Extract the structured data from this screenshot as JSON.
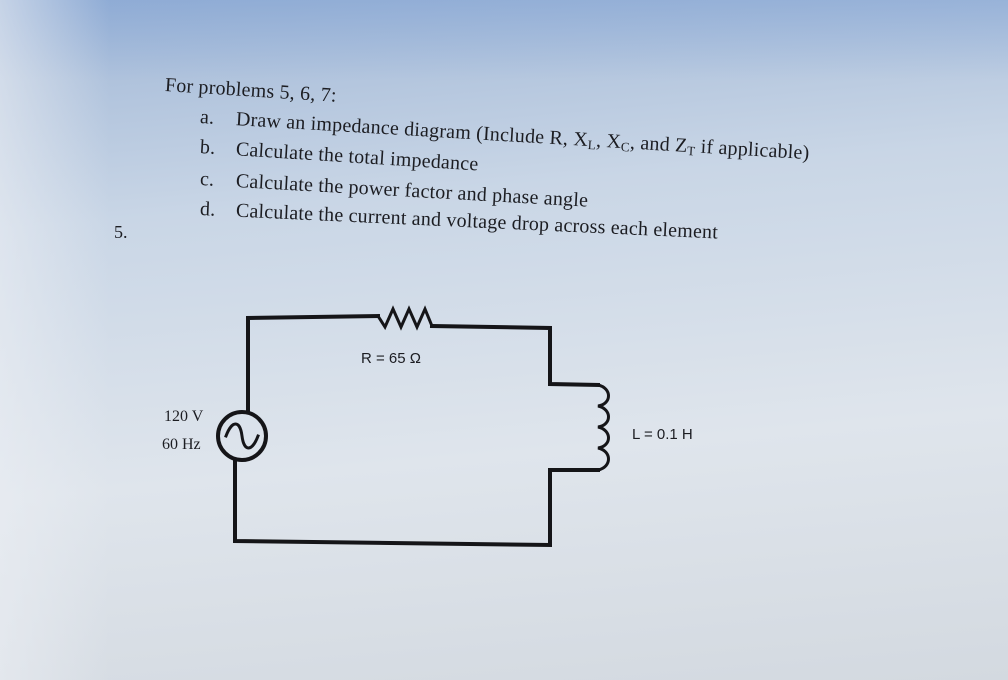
{
  "instructions": {
    "header": "For problems 5, 6, 7:",
    "items": [
      {
        "letter": "a.",
        "text": "Draw an impedance diagram (Include R, X",
        "sub1": "L",
        "mid": ", X",
        "sub2": "C",
        "mid2": ", and Z",
        "sub3": "T",
        "tail": " if applicable)"
      },
      {
        "letter": "b.",
        "text": "Calculate the total impedance"
      },
      {
        "letter": "c.",
        "text": "Calculate the power factor and phase angle"
      },
      {
        "letter": "d.",
        "text": "Calculate the current and voltage drop across each element"
      }
    ]
  },
  "problem": {
    "number": "5.",
    "source": {
      "voltage": "120 V",
      "frequency": "60 Hz"
    },
    "resistor": {
      "label": "R = 65 Ω"
    },
    "inductor": {
      "label": "L = 0.1 H"
    }
  }
}
